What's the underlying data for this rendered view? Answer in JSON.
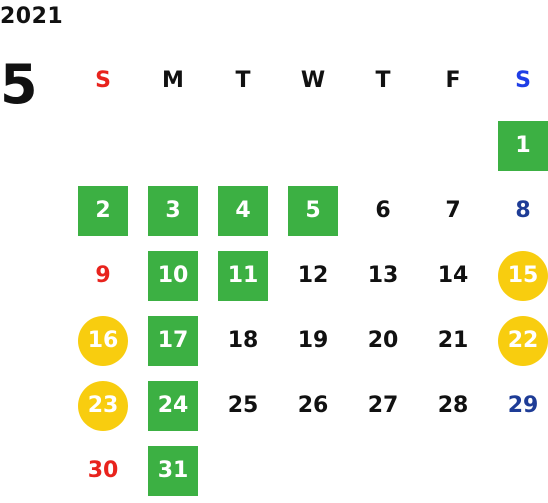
{
  "calendar": {
    "year": "2021",
    "month": "5",
    "weekdays": [
      {
        "label": "S",
        "type": "sun"
      },
      {
        "label": "M",
        "type": "normal"
      },
      {
        "label": "T",
        "type": "normal"
      },
      {
        "label": "W",
        "type": "normal"
      },
      {
        "label": "T",
        "type": "normal"
      },
      {
        "label": "F",
        "type": "normal"
      },
      {
        "label": "S",
        "type": "sat"
      }
    ],
    "leading_blank_days": 6,
    "days": [
      {
        "label": "1",
        "style": "green"
      },
      {
        "label": "2",
        "style": "green"
      },
      {
        "label": "3",
        "style": "green"
      },
      {
        "label": "4",
        "style": "green"
      },
      {
        "label": "5",
        "style": "green"
      },
      {
        "label": "6",
        "style": "black"
      },
      {
        "label": "7",
        "style": "black"
      },
      {
        "label": "8",
        "style": "blue"
      },
      {
        "label": "9",
        "style": "red"
      },
      {
        "label": "10",
        "style": "green"
      },
      {
        "label": "11",
        "style": "green"
      },
      {
        "label": "12",
        "style": "black"
      },
      {
        "label": "13",
        "style": "black"
      },
      {
        "label": "14",
        "style": "black"
      },
      {
        "label": "15",
        "style": "yellow"
      },
      {
        "label": "16",
        "style": "yellow"
      },
      {
        "label": "17",
        "style": "green"
      },
      {
        "label": "18",
        "style": "black"
      },
      {
        "label": "19",
        "style": "black"
      },
      {
        "label": "20",
        "style": "black"
      },
      {
        "label": "21",
        "style": "black"
      },
      {
        "label": "22",
        "style": "yellow"
      },
      {
        "label": "23",
        "style": "yellow"
      },
      {
        "label": "24",
        "style": "green"
      },
      {
        "label": "25",
        "style": "black"
      },
      {
        "label": "26",
        "style": "black"
      },
      {
        "label": "27",
        "style": "black"
      },
      {
        "label": "28",
        "style": "black"
      },
      {
        "label": "29",
        "style": "blue"
      },
      {
        "label": "30",
        "style": "red"
      },
      {
        "label": "31",
        "style": "green"
      }
    ]
  },
  "colors": {
    "green": "#3cb043",
    "yellow": "#f8cd0f",
    "sunday_red": "#e8231d",
    "saturday_blue": "#1f3ee6",
    "holiday_blue": "#1e3c96"
  }
}
